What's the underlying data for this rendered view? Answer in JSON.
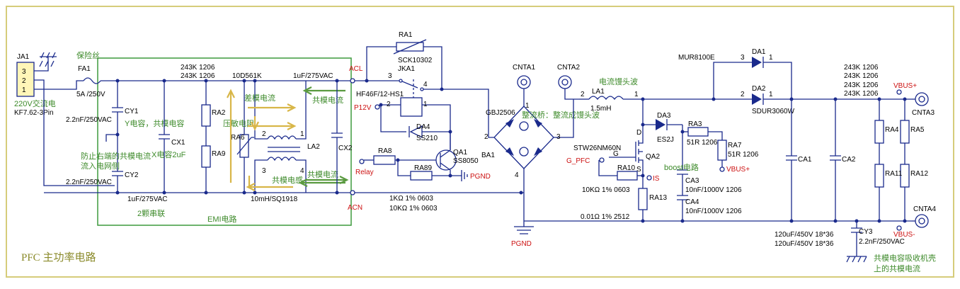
{
  "colors": {
    "wire": "#1a2a8c",
    "net_label": "#cc1111",
    "annotation": "#3d8a2a",
    "border": "#d6cc7a",
    "emi_box": "#3d9a3d",
    "title": "#8a8a2a",
    "arrow_y": "#d8b648",
    "arrow_g": "#5a9a40"
  },
  "title": "PFC 主功率电路",
  "connector": {
    "ref": "JA1",
    "pins": [
      "3",
      "2",
      "1"
    ],
    "label1": "220V交流电",
    "label2": "KF7.62-3Pin"
  },
  "fuse": {
    "ref": "FA1",
    "value": "5A /250V",
    "note": "保险丝"
  },
  "caps_y": {
    "cy1": "CY1",
    "cy2": "CY2",
    "val1": "2.2nF/250VAC",
    "val2": "2.2nF/250VAC",
    "note1": "Y电容，共模电容",
    "note2a": "防止右端的共模电流",
    "note2b": "流入电网侧"
  },
  "cx1": {
    "ref": "CX1",
    "value": "1uF/275VAC",
    "note": "X电容2uF",
    "note2": "2颗串联"
  },
  "ra2_ra9": {
    "v1": "243K 1206",
    "v2": "243K 1206",
    "r1": "RA2",
    "r2": "RA9"
  },
  "varistor": {
    "ref": "RA6",
    "value": "10D561K",
    "note": "压敏电阻"
  },
  "cm_choke": {
    "ref": "LA2",
    "value": "10mH/SQ1918",
    "n1": "差模电流",
    "n2": "共模电流",
    "n3": "共模电感",
    "n4": "共模电流",
    "p1": "1",
    "p2": "2",
    "p3": "3",
    "p4": "4"
  },
  "cx2": {
    "ref": "CX2",
    "value": "1uF/275VAC"
  },
  "emi_label": "EMI电路",
  "nets": {
    "acl": "ACL",
    "acn": "ACN",
    "p12v": "P12V",
    "relay": "Relay",
    "pgnd": "PGND",
    "pgnd2": "PGND",
    "g_pfc": "G_PFC",
    "is": "IS",
    "vbus_ra7": "VBUS+",
    "vbus_p": "VBUS+",
    "vbus_n": "VBUS-"
  },
  "ra1": {
    "ref": "RA1",
    "value": "SCK10302"
  },
  "relay": {
    "ref": "JKA1",
    "value": "HF46F/12-HS1",
    "p3": "3",
    "p4": "4",
    "p2": "2",
    "p1": "1"
  },
  "da4": {
    "ref": "DA4",
    "value": "SS210"
  },
  "qa1": {
    "ref": "QA1",
    "value": "SS8050"
  },
  "ra8": {
    "ref": "RA8",
    "ref2": "RA89",
    "v1": "1KΩ 1%   0603",
    "v2": "10KΩ 1%  0603"
  },
  "cnta1": "CNTA1",
  "cnta2": "CNTA2",
  "bridge": {
    "ref": "BA1",
    "value": "GBJ2506",
    "note": "整流桥：整流成馒头波",
    "p1": "1",
    "p2": "2",
    "p3": "3",
    "p4": "4"
  },
  "la1": {
    "ref": "LA1",
    "value": "1.5mH",
    "note": "电流馒头波",
    "p1": "2",
    "p2": "1"
  },
  "da1": {
    "ref": "DA1",
    "value": "MUR8100E",
    "p1": "3",
    "p2": "1"
  },
  "da2": {
    "ref": "DA2",
    "value": "SDUR3060W",
    "p1": "2",
    "p2": "1"
  },
  "qa2": {
    "ref": "QA2",
    "value": "STW26NM60N",
    "g": "G",
    "d": "D",
    "s": "S"
  },
  "da3": {
    "ref": "DA3",
    "value": "ES2J"
  },
  "ra3_ra7": {
    "r3": "RA3",
    "r7": "RA7",
    "v3": "51R 1206",
    "v7": "51R 1206"
  },
  "ra10": {
    "ref": "RA10",
    "value": "10KΩ 1%   0603"
  },
  "ra13": {
    "ref": "RA13",
    "value": "0.01Ω 1%    2512"
  },
  "snubber": {
    "ca3": "CA3",
    "ca4": "CA4",
    "v3": "10nF/1000V 1206",
    "v4": "10nF/1000V 1206",
    "note": "boost电路"
  },
  "bulk": {
    "ca1": "CA1",
    "ca2": "CA2",
    "v1": "120uF/450V 18*36",
    "v2": "120uF/450V 18*36"
  },
  "cy3": {
    "ref": "CY3",
    "value": "2.2nF/250VAC",
    "note1": "共模电容吸收机壳",
    "note2": "上的共模电流"
  },
  "divider": {
    "v": [
      "243K 1206",
      "243K 1206",
      "243K 1206",
      "243K 1206"
    ],
    "r": [
      "RA4",
      "RA5",
      "RA11",
      "RA12"
    ]
  },
  "cnta3": "CNTA3",
  "cnta4": "CNTA4"
}
